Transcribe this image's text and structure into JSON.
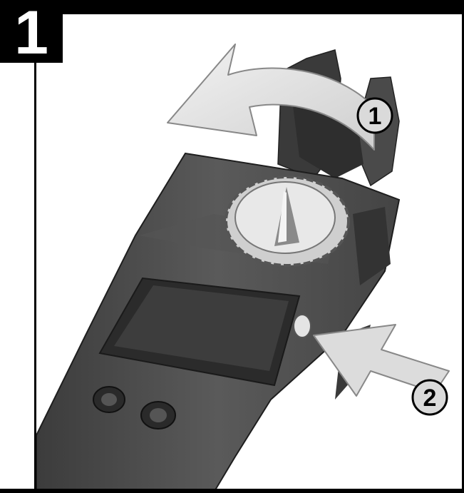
{
  "step": {
    "number": "1"
  },
  "callouts": [
    {
      "label": "1"
    },
    {
      "label": "2"
    }
  ]
}
